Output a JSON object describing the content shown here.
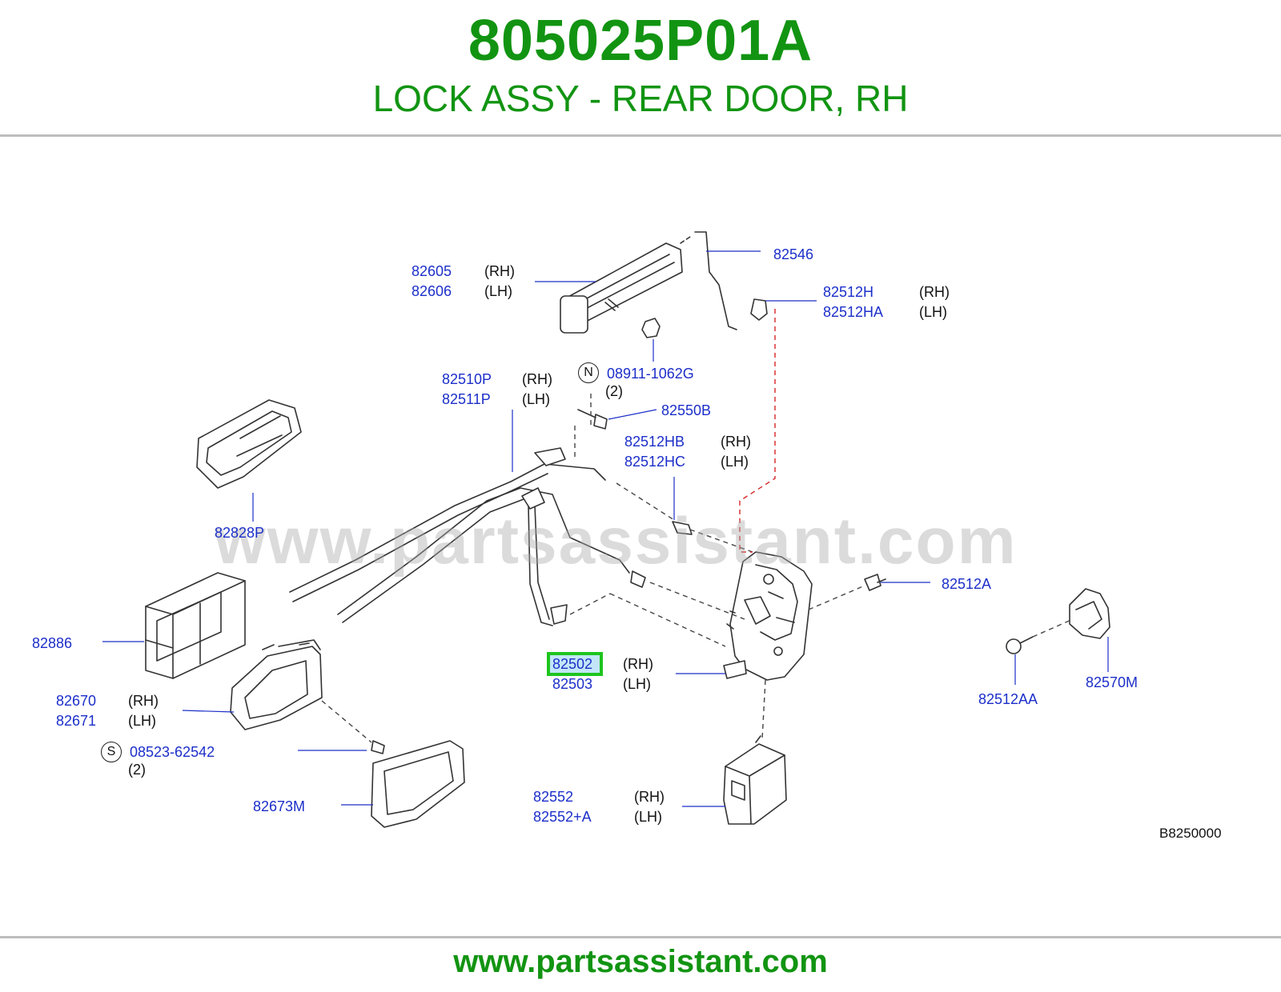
{
  "header": {
    "part_number": "805025P01A",
    "description": "LOCK ASSY - REAR DOOR, RH"
  },
  "watermark": "www.partsassistant.com",
  "footer": {
    "url": "www.partsassistant.com"
  },
  "diagram_code": "B8250000",
  "highlight_color": "#1ec41e",
  "part_color": "#1c2fc9",
  "title_color": "#129412",
  "callouts": [
    {
      "parts": [
        "82546"
      ],
      "sides": []
    },
    {
      "parts": [
        "82605",
        "82606"
      ],
      "sides": [
        "(RH)",
        "(LH)"
      ]
    },
    {
      "parts": [
        "82512H",
        "82512HA"
      ],
      "sides": [
        "(RH)",
        "(LH)"
      ]
    },
    {
      "symbol": "N",
      "parts": [
        "08911-1062G"
      ],
      "qty": "(2)"
    },
    {
      "parts": [
        "82510P",
        "82511P"
      ],
      "sides": [
        "(RH)",
        "(LH)"
      ]
    },
    {
      "parts": [
        "82550B"
      ],
      "sides": []
    },
    {
      "parts": [
        "82512HB",
        "82512HC"
      ],
      "sides": [
        "(RH)",
        "(LH)"
      ]
    },
    {
      "parts": [
        "82828P"
      ],
      "sides": []
    },
    {
      "parts": [
        "82512A"
      ],
      "sides": []
    },
    {
      "parts": [
        "82886"
      ],
      "sides": []
    },
    {
      "parts": [
        "82502",
        "82503"
      ],
      "sides": [
        "(RH)",
        "(LH)"
      ],
      "highlighted": "82502"
    },
    {
      "parts": [
        "82670",
        "82671"
      ],
      "sides": [
        "(RH)",
        "(LH)"
      ]
    },
    {
      "parts": [
        "82570M"
      ],
      "sides": []
    },
    {
      "parts": [
        "82512AA"
      ],
      "sides": []
    },
    {
      "symbol": "S",
      "parts": [
        "08523-62542"
      ],
      "qty": "(2)"
    },
    {
      "parts": [
        "82552",
        "82552+A"
      ],
      "sides": [
        "(RH)",
        "(LH)"
      ]
    },
    {
      "parts": [
        "82673M"
      ],
      "sides": []
    }
  ]
}
